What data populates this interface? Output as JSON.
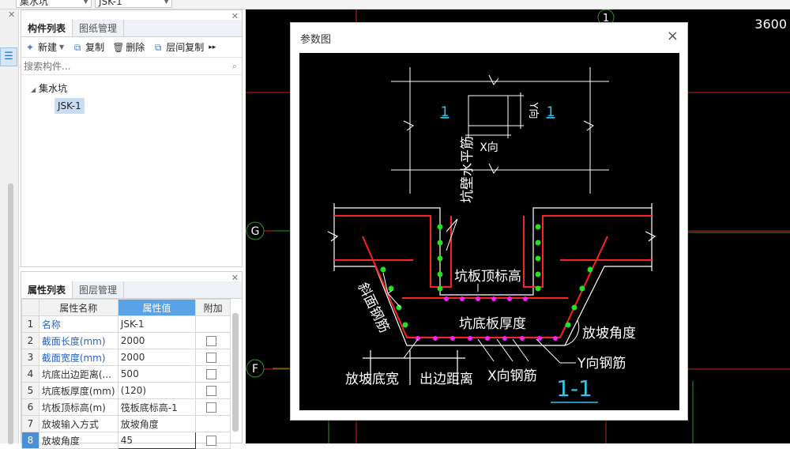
{
  "top": {
    "combo1": "集水坑",
    "combo2": "JSK-1"
  },
  "left_strip": {
    "close": "✕"
  },
  "component_panel": {
    "tabs": [
      {
        "label": "构件列表",
        "active": true
      },
      {
        "label": "图纸管理",
        "active": false
      }
    ],
    "toolbar": {
      "new_label": "新建",
      "copy_label": "复制",
      "delete_label": "删除",
      "floor_copy_label": "层间复制"
    },
    "search_placeholder": "搜索构件...",
    "tree": {
      "group": "集水坑",
      "item": "JSK-1"
    }
  },
  "property_panel": {
    "tabs": [
      {
        "label": "属性列表",
        "active": true
      },
      {
        "label": "图层管理",
        "active": false
      }
    ],
    "headers": {
      "name": "属性名称",
      "value": "属性值",
      "extra": "附加"
    },
    "rows": [
      {
        "n": "1",
        "name": "名称",
        "value": "JSK-1",
        "blue": true,
        "check": false
      },
      {
        "n": "2",
        "name": "截面长度(mm)",
        "value": "2000",
        "blue": true,
        "check": true
      },
      {
        "n": "3",
        "name": "截面宽度(mm)",
        "value": "2000",
        "blue": true,
        "check": true
      },
      {
        "n": "4",
        "name": "坑底出边距离(...",
        "value": "500",
        "blue": false,
        "check": true
      },
      {
        "n": "5",
        "name": "坑底板厚度(mm)",
        "value": "(120)",
        "blue": false,
        "check": true
      },
      {
        "n": "6",
        "name": "坑板顶标高(m)",
        "value": "筏板底标高-1",
        "blue": false,
        "check": true
      },
      {
        "n": "7",
        "name": "放坡输入方式",
        "value": "放坡角度",
        "blue": false,
        "check": false
      },
      {
        "n": "8",
        "name": "放坡角度",
        "value": "45",
        "blue": false,
        "check": true,
        "selected": true
      }
    ]
  },
  "cad": {
    "dimension": "3600",
    "axis_g": "G",
    "axis_f": "F",
    "axis_top": "1"
  },
  "dialog": {
    "title": "参数图",
    "close": "×",
    "labels": {
      "section_mark": "1",
      "x_dir": "X向",
      "y_dir": "Y向",
      "wall_horizontal_bar": "坑壁水平筋",
      "top_elevation": "坑板顶标高",
      "slope_bar": "斜面钢筋",
      "bottom_thickness": "坑底板厚度",
      "slope_angle": "放坡角度",
      "y_bar": "Y向钢筋",
      "x_bar": "X向钢筋",
      "slope_width": "放坡底宽",
      "edge_distance": "出边距离",
      "section_title": "1-1"
    }
  },
  "colors": {
    "accent": "#4a90d9",
    "header_highlight": "#5aa2e6",
    "cad_bg": "#000000",
    "rebar_red": "#ff2020",
    "rebar_green": "#22e022",
    "rebar_magenta": "#ff20ff",
    "label_cyan": "#33c4e8"
  }
}
